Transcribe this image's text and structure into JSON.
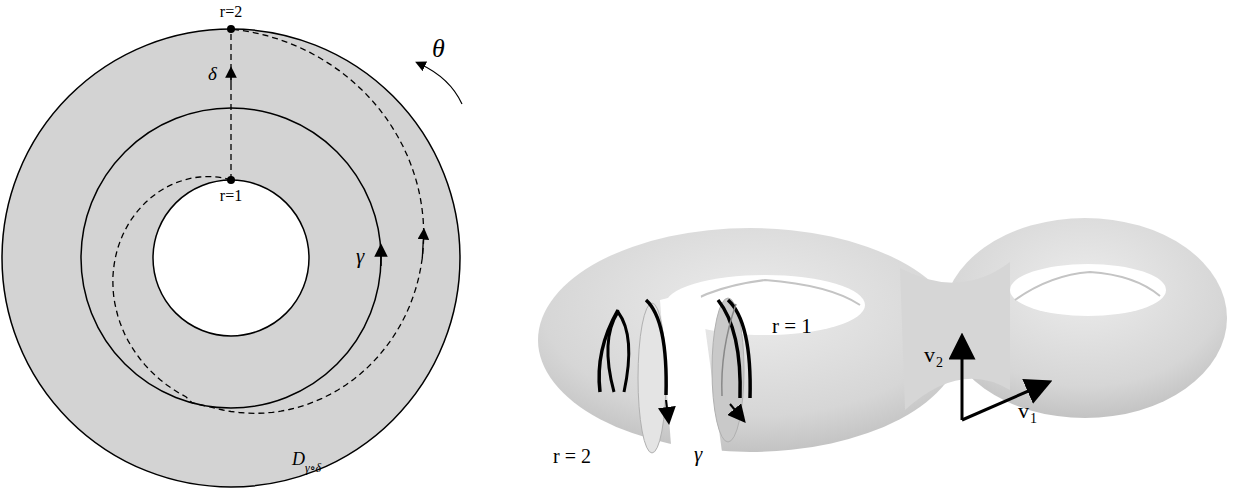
{
  "diagram": {
    "labels": [
      "r=2",
      "δ",
      "θ",
      "r=1",
      "γ",
      "D",
      "γ∘δ",
      "r = 2",
      "γ",
      "r = 1",
      "v",
      "2",
      "v",
      "1"
    ]
  }
}
